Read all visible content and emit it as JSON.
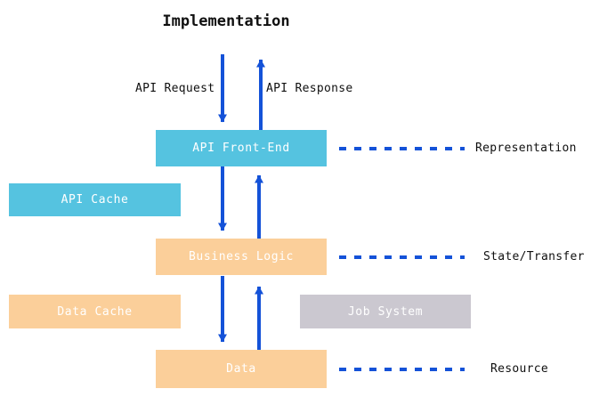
{
  "diagram": {
    "title": "Implementation",
    "accent_arrow_color": "#1452d8",
    "nodes": [
      {
        "id": "api-front-end",
        "label": "API Front-End",
        "color": "#55c3e0",
        "text_color": "#ffffff"
      },
      {
        "id": "api-cache",
        "label": "API Cache",
        "color": "#55c3e0",
        "text_color": "#ffffff"
      },
      {
        "id": "business-logic",
        "label": "Business Logic",
        "color": "#fbcf9a",
        "text_color": "#ffffff"
      },
      {
        "id": "data-cache",
        "label": "Data Cache",
        "color": "#fbcf9a",
        "text_color": "#ffffff"
      },
      {
        "id": "job-system",
        "label": "Job System",
        "color": "#cbc8d0",
        "text_color": "#ffffff"
      },
      {
        "id": "data",
        "label": "Data",
        "color": "#fbcf9a",
        "text_color": "#ffffff"
      }
    ],
    "edge_labels": {
      "api_request": "API Request",
      "api_response": "API Response"
    },
    "side_labels": [
      {
        "id": "representation",
        "label": "Representation"
      },
      {
        "id": "state-transfer",
        "label": "State/Transfer"
      },
      {
        "id": "resource",
        "label": "Resource"
      }
    ]
  }
}
